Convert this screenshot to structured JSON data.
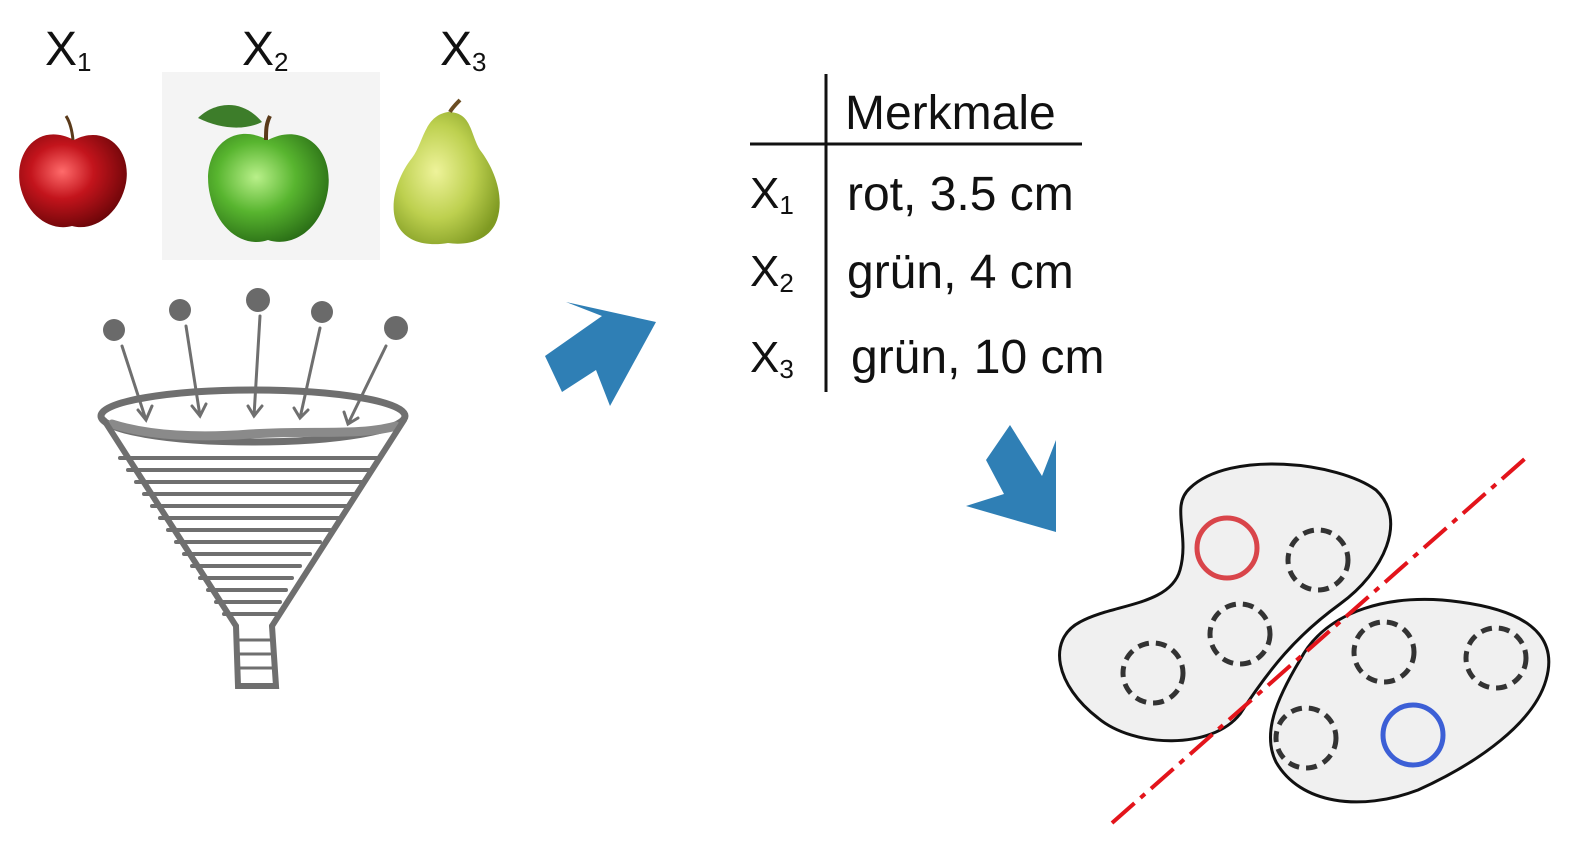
{
  "items": [
    {
      "label": "X",
      "sub": "1"
    },
    {
      "label": "X",
      "sub": "2"
    },
    {
      "label": "X",
      "sub": "3"
    }
  ],
  "table": {
    "header": "Merkmale",
    "rows": [
      {
        "label": "X",
        "sub": "1",
        "value": "rot, 3.5 cm"
      },
      {
        "label": "X",
        "sub": "2",
        "value": "grün, 4 cm"
      },
      {
        "label": "X",
        "sub": "3",
        "value": "grün, 10 cm"
      }
    ]
  },
  "colors": {
    "arrow": "#2f7fb5",
    "red_apple": "#b4121b",
    "green_apple": "#4fb32e",
    "pear": "#b7cd4d",
    "highlight_red": "#d9454a",
    "highlight_blue": "#3c5fd6",
    "separator": "#e3141b",
    "cluster_fill": "#f0f0f0",
    "funnel": "#777777"
  },
  "icons": [
    "red-apple-icon",
    "green-apple-icon",
    "pear-icon",
    "funnel-icon",
    "arrow-icon"
  ]
}
